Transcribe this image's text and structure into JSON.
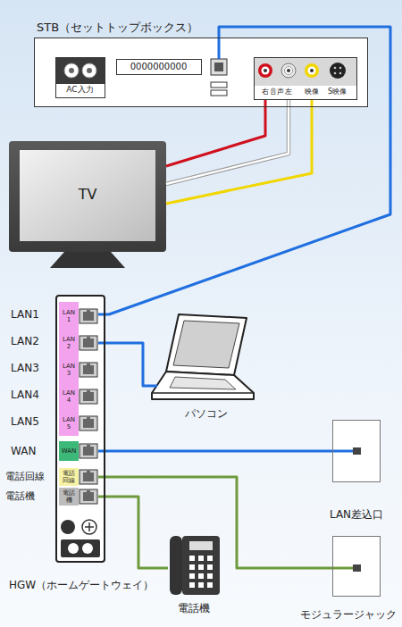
{
  "diagram": {
    "nodes": [
      {
        "text": [
          "STB（セットトップボックス）"
        ]
      },
      {
        "text": [
          "AC入力"
        ],
        "in": 0
      },
      {
        "text": [
          "0000000000"
        ],
        "in": 0
      },
      {
        "text": [
          "右",
          "音声",
          "左",
          "映像",
          "S映像"
        ],
        "in": 0
      },
      {
        "text": [
          "TV"
        ]
      },
      {
        "text": [
          "HGW（ホームゲートウェイ）"
        ]
      },
      {
        "text": [
          "LAN 1"
        ],
        "in": 5
      },
      {
        "text": [
          "LAN 2"
        ],
        "in": 5
      },
      {
        "text": [
          "LAN 3"
        ],
        "in": 5
      },
      {
        "text": [
          "LAN 4"
        ],
        "in": 5
      },
      {
        "text": [
          "LAN 5"
        ],
        "in": 5
      },
      {
        "text": [
          "WAN"
        ],
        "in": 5
      },
      {
        "text": [
          "電話 回線"
        ],
        "in": 5
      },
      {
        "text": [
          "電話 機"
        ],
        "in": 5
      },
      {
        "text": [
          "パソコン"
        ]
      },
      {
        "text": [
          "LAN差込口"
        ]
      },
      {
        "text": [
          "モジュラージャック"
        ]
      },
      {
        "text": [
          "電話機"
        ]
      }
    ],
    "edges": [
      {
        "from": 0,
        "to": 6,
        "arrow": "none"
      },
      {
        "from": 3,
        "to": 4,
        "arrow": "none"
      },
      {
        "from": 3,
        "to": 4,
        "arrow": "none"
      },
      {
        "from": 3,
        "to": 4,
        "arrow": "none"
      },
      {
        "from": 7,
        "to": 14,
        "arrow": "none"
      },
      {
        "from": 11,
        "to": 15,
        "arrow": "none"
      },
      {
        "from": 12,
        "to": 16,
        "arrow": "none"
      },
      {
        "from": 13,
        "to": 17,
        "arrow": "none"
      }
    ],
    "labels": [
      "LAN1",
      "LAN2",
      "LAN3",
      "LAN4",
      "LAN5",
      "WAN",
      "電話回線",
      "電話機"
    ]
  }
}
